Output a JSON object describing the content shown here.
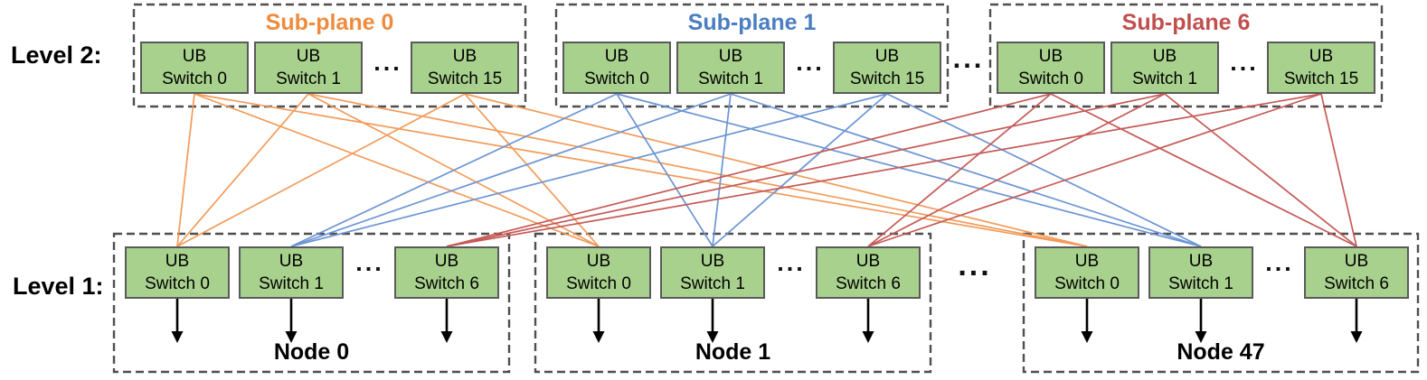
{
  "diagram": {
    "level2_label": "Level 2:",
    "level1_label": "Level 1:",
    "ellipsis": "...",
    "colors": {
      "switch_fill": "#a9d18e",
      "switch_border": "#5a5a5a",
      "container_border": "#4f4f4f",
      "label_text": "#000000",
      "arrow": "#000000"
    },
    "level2": {
      "subplanes": [
        {
          "title": "Sub-plane 0",
          "title_color": "#f08b3e",
          "line_color": "#f29b5a",
          "connects_to_node_switch": "UB Switch 0",
          "switches": [
            {
              "line1": "UB",
              "line2": "Switch 0"
            },
            {
              "line1": "UB",
              "line2": "Switch 1"
            },
            {
              "line1": "UB",
              "line2": "Switch 15"
            }
          ]
        },
        {
          "title": "Sub-plane 1",
          "title_color": "#4a7ec1",
          "line_color": "#6c95d4",
          "connects_to_node_switch": "UB Switch 1",
          "switches": [
            {
              "line1": "UB",
              "line2": "Switch 0"
            },
            {
              "line1": "UB",
              "line2": "Switch 1"
            },
            {
              "line1": "UB",
              "line2": "Switch 15"
            }
          ]
        },
        {
          "title": "Sub-plane 6",
          "title_color": "#c0504d",
          "line_color": "#c55a57",
          "connects_to_node_switch": "UB Switch 6",
          "switches": [
            {
              "line1": "UB",
              "line2": "Switch 0"
            },
            {
              "line1": "UB",
              "line2": "Switch 1"
            },
            {
              "line1": "UB",
              "line2": "Switch 15"
            }
          ]
        }
      ]
    },
    "level1": {
      "nodes": [
        {
          "label": "Node 0",
          "switches": [
            {
              "line1": "UB",
              "line2": "Switch 0"
            },
            {
              "line1": "UB",
              "line2": "Switch 1"
            },
            {
              "line1": "UB",
              "line2": "Switch 6"
            }
          ]
        },
        {
          "label": "Node 1",
          "switches": [
            {
              "line1": "UB",
              "line2": "Switch 0"
            },
            {
              "line1": "UB",
              "line2": "Switch 1"
            },
            {
              "line1": "UB",
              "line2": "Switch 6"
            }
          ]
        },
        {
          "label": "Node 47",
          "switches": [
            {
              "line1": "UB",
              "line2": "Switch 0"
            },
            {
              "line1": "UB",
              "line2": "Switch 1"
            },
            {
              "line1": "UB",
              "line2": "Switch 6"
            }
          ]
        }
      ]
    }
  }
}
